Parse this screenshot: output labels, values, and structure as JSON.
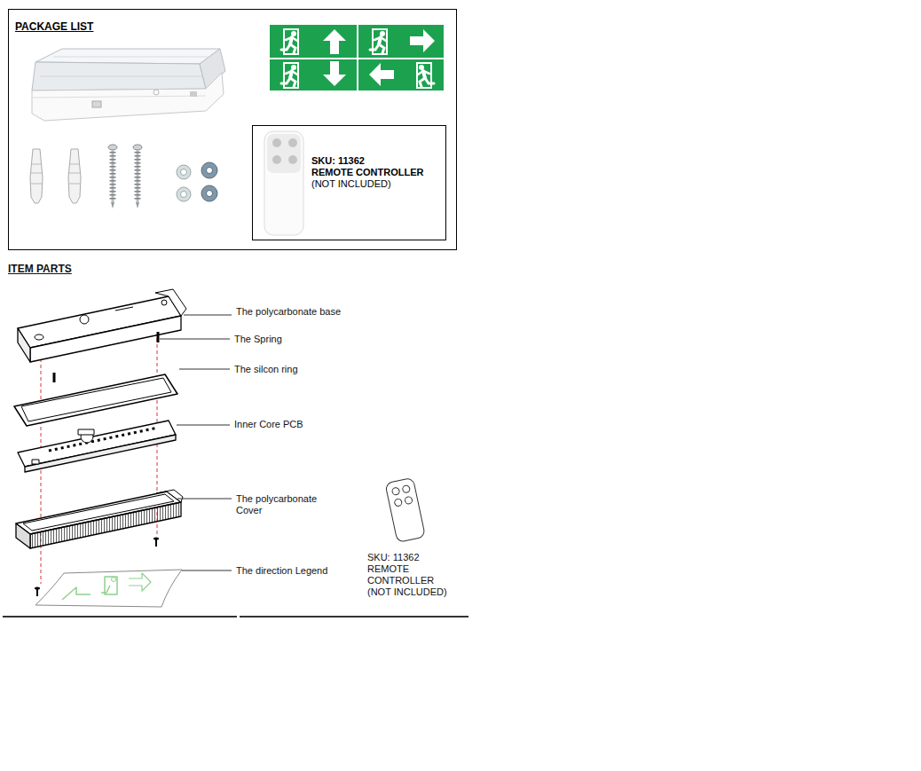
{
  "diagram": {
    "nodes": [
      {
        "text": [
          "PACKAGE LIST"
        ]
      },
      {
        "text": [
          "SKU: 11362",
          "REMOTE CONTROLLER",
          "(NOT INCLUDED)"
        ],
        "in": 0
      }
    ],
    "labels": [
      "ITEM PARTS",
      "The polycarbonate base",
      "The Spring",
      "The silcon ring",
      "Inner Core PCB",
      "The polycarbonate Cover",
      "The direction Legend",
      "SKU: 11362",
      "REMOTE CONTROLLER",
      "(NOT INCLUDED)"
    ]
  }
}
